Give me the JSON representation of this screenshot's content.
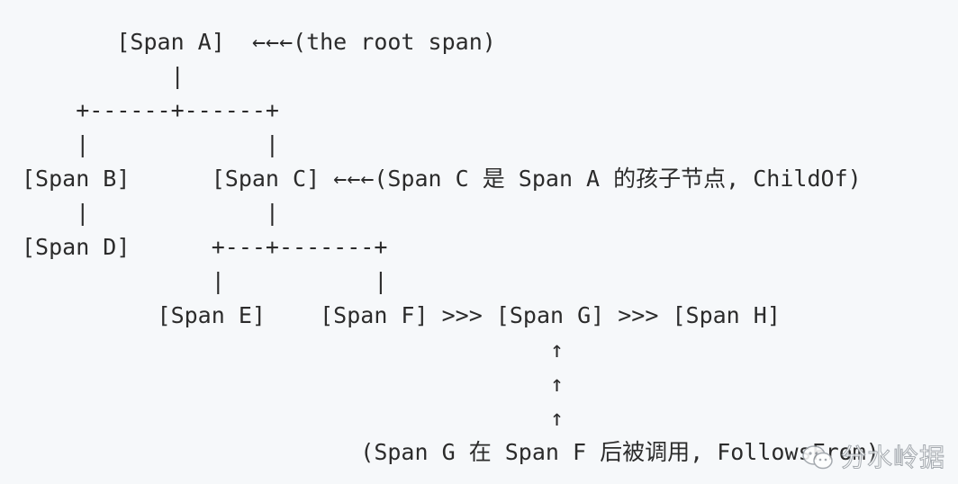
{
  "diagram": {
    "lines": [
      "       [Span A]  ←←←(the root span)",
      "           |",
      "    +------+------+",
      "    |             |",
      "[Span B]      [Span C] ←←←(Span C 是 Span A 的孩子节点, ChildOf)",
      "    |             |",
      "[Span D]      +---+-------+",
      "              |           |",
      "          [Span E]    [Span F] >>> [Span G] >>> [Span H]",
      "                                       ↑",
      "                                       ↑",
      "                                       ↑",
      "                         (Span G 在 Span F 后被调用, FollowsFrom)"
    ]
  },
  "watermark": {
    "text": "分水岭据",
    "icon": "wechat-logo-icon"
  }
}
